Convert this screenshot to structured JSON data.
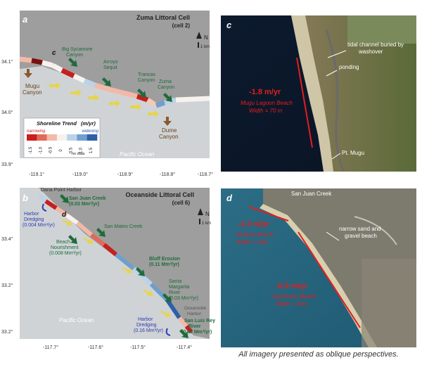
{
  "panel_a": {
    "letter": "a",
    "title_line1": "Zuma Littoral Cell",
    "title_line2": "(cell 2)",
    "labels": {
      "c": "c",
      "big_sycamore_1": "Big Sycamore",
      "big_sycamore_2": "Canyon",
      "arroyo_1": "Arroyo",
      "arroyo_2": "Sequit",
      "trancas_1": "Trancas",
      "trancas_2": "Canyon",
      "zuma_1": "Zuma",
      "zuma_2": "Canyon",
      "mugu_1": "Mugu",
      "mugu_2": "Canyon",
      "dume_1": "Dume",
      "dume_2": "Canyon",
      "ocean": "Pacific Ocean"
    },
    "lat_ticks": [
      "34.1°",
      "34.0°",
      "33.9°"
    ],
    "lon_ticks": [
      "-119.1°",
      "-119.0°",
      "-118.9°",
      "-118.8°",
      "-118.7°"
    ],
    "north": "N",
    "scale": "1 km"
  },
  "legend": {
    "title": "Shoreline Trend",
    "units": "(m/yr)",
    "narrowing": "narrowing",
    "widening": "widening",
    "ticks": [
      "-1.5",
      "-1.0",
      "-0.5",
      "0",
      "0.5",
      "1.0",
      "1.5"
    ],
    "ticks_note": "no data",
    "colors": [
      "#c81e1e",
      "#e06a5a",
      "#f2b9a8",
      "#f7f2ee",
      "#b9d3ea",
      "#6f9fce",
      "#2f5fa8"
    ]
  },
  "panel_b": {
    "letter": "b",
    "title_line1": "Oceanside Littoral Cell",
    "title_line2": "(cell 6)",
    "labels": {
      "dana_point": "Dana Point Harbor",
      "san_juan_1": "San Juan Creek",
      "san_juan_2": "(0.03 Mm³/yr)",
      "harbor_dredging_1a": "Harbor",
      "harbor_dredging_1b": "Dredging",
      "harbor_dredging_1c": "(0.004 Mm³/yr)",
      "d": "d",
      "beach_nour_1": "Beach",
      "beach_nour_2": "Nourishment",
      "beach_nour_3": "(0.008 Mm³/yr)",
      "san_mateo": "San Mateo Creek",
      "bluff_1": "Bluff Erosion",
      "bluff_2": "(0.11 Mm³/yr)",
      "santa_marg_1": "Santa",
      "santa_marg_2": "Margarita",
      "santa_marg_3": "River",
      "santa_marg_4": "(0.03 Mm³/yr)",
      "oceanside_1": "Oceanside",
      "oceanside_2": "Harbor",
      "harbor_dredging_2a": "Harbor",
      "harbor_dredging_2b": "Dredging",
      "harbor_dredging_2c": "(0.16 Mm³/yr)",
      "san_luis_1": "San Luis Rey",
      "san_luis_2": "River",
      "san_luis_3": "(0.03 Mm³/yr)",
      "ocean": "Pacific Ocean"
    },
    "lat_ticks": [
      "33.4°",
      "33.2°",
      "33.2°"
    ],
    "lon_ticks": [
      "-117.7°",
      "-117.6°",
      "-117.5°",
      "-117.4°"
    ],
    "north": "N",
    "scale": "1 km"
  },
  "panel_c": {
    "letter": "c",
    "rate": "-1.8 m/yr",
    "beach_1": "Mugu Lagoon Beach",
    "beach_2": "Width = 70 m",
    "tidal_1": "tidal channel buried by",
    "tidal_2": "washover",
    "ponding": "ponding",
    "pt_mugu": "Pt. Mugu"
  },
  "panel_d": {
    "letter": "d",
    "san_juan": "San Juan Creek",
    "rate_1": "-1.0 m/yr",
    "beach_1a": "Doheny Beach",
    "beach_1b": "Width = 24m",
    "narrow_1": "narrow sand and",
    "narrow_2": "gravel beach",
    "rate_2": "-0.9 m/yr",
    "beach_2a": "Capistrano Beach",
    "beach_2b": "Width = 24m"
  },
  "caption": "All imagery presented as oblique perspectives."
}
